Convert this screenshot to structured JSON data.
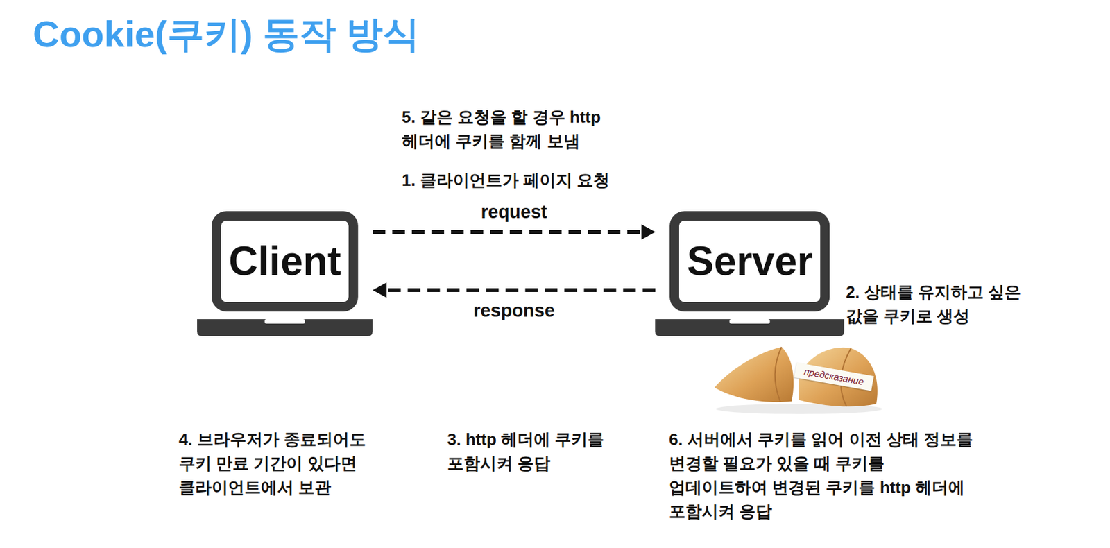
{
  "diagram": {
    "title": "Cookie(쿠키) 동작 방식",
    "nodes": [
      {
        "text": [
          "Client"
        ]
      },
      {
        "text": [
          "Server"
        ]
      }
    ],
    "edges": [
      {
        "from": 0,
        "to": 1,
        "label": "request",
        "arrow": "to"
      },
      {
        "from": 1,
        "to": 0,
        "label": "response",
        "arrow": "to"
      }
    ],
    "labels": [
      "5. 같은 요청을 할 경우 http 헤더에 쿠키를 함께 보냄",
      "1. 클라이언트가 페이지 요청",
      "2. 상태를 유지하고 싶은 값을 쿠키로 생성",
      "4. 브라우저가 종료되어도 쿠키 만료 기간이 있다면 클라이언트에서 보관",
      "3. http 헤더에 쿠키를 포함시켜 응답",
      "6. 서버에서 쿠키를 읽어 이전 상태 정보를 변경할 필요가 있을 때 쿠키를 업데이트하여 변경된 쿠키를 http 헤더에 포함시켜 응답",
      "предсказание"
    ]
  }
}
